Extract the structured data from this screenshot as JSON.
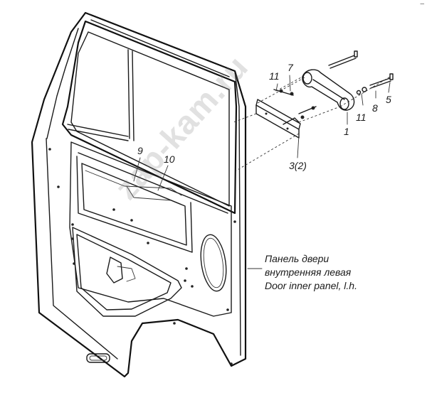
{
  "callouts": {
    "n1": "1",
    "n3": "3(2)",
    "n5": "5",
    "n7": "7",
    "n8": "8",
    "n9": "9",
    "n10": "10",
    "n11a": "11",
    "n11b": "11"
  },
  "caption": {
    "line1": "Панель двери",
    "line2": "внутренняя левая",
    "line3": "Door inner panel, l.h."
  },
  "watermark": "zap-kam.ru",
  "corner_mark": "–",
  "colors": {
    "line": "#1a1a1a",
    "background": "#ffffff",
    "watermark": "#787878"
  }
}
